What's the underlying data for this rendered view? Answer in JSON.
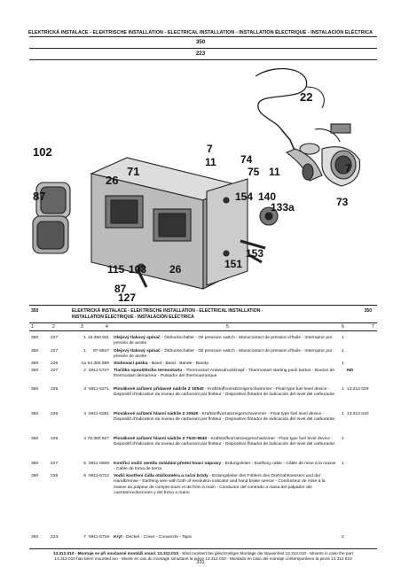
{
  "header": {
    "title": "ELEKTRICKÁ INSTALACE - ELEKTRISCHE INSTALLATION - ELECTRICAL INSTALLATION - INSTALLATION ÉLECTRIQUE - INSTALACIÓN ELÉCTRICA",
    "group": "350",
    "subgroup": "223"
  },
  "diagram": {
    "callouts": [
      "22",
      "7",
      "11",
      "74",
      "75",
      "11",
      "7",
      "102",
      "71",
      "26",
      "87",
      "154",
      "140",
      "133a",
      "73",
      "153",
      "151",
      "115",
      "103",
      "26",
      "87",
      "127"
    ]
  },
  "section": {
    "number_left": "350",
    "title_line1": "ELEKTRICKÁ INSTALACE - ELEKTRISCHE INSTALLATION - ELECTRICAL INSTALLATION -",
    "title_line2": "INSTALLATION ÉLECTRIQUE - INSTALACIÓN ELÉCTRICA",
    "number_right": "350"
  },
  "columns": [
    "1",
    "2",
    "3",
    "4",
    "5",
    "6",
    "7"
  ],
  "rows": [
    {
      "c1": "350",
      "c2": "227",
      "c3": "1",
      "c4": "16.350.911",
      "bold": "Olejový tlakový spínač",
      "text": " - Öldruckschalter - Oil pressure switch - Manocontact de pression d'huile - Interruptor por presión de aceite",
      "qty": "1",
      "note": ""
    },
    {
      "c1": "350",
      "c2": "227",
      "c3": "1",
      "c4": "97-9647",
      "bold": "Olejový tlakový spínač",
      "text": " - Öldruckschalter - Oil pressure switch - Manocontact de pression d'huile - Interruptor por presión de aceite",
      "qty": "1",
      "note": ""
    },
    {
      "c1": "350",
      "c2": "225",
      "c3": "1a",
      "c4": "53.350.969",
      "bold": "Stahovací páska",
      "text": " - Band - Band - Bande - Banda",
      "qty": "1",
      "note": ""
    },
    {
      "c1": "350",
      "c2": "227",
      "c3": "2",
      "c4": "5911-5727",
      "bold": "Tlačítko spouštěcího termostartu",
      "text": " - Thermostart Anlassdruckknopf - Thermostart starting push button - Bouton de thermostart démarreur - Pulsador del thermoarranque",
      "qty": "",
      "note": "ND"
    },
    {
      "c1": "350",
      "c2": "226",
      "c3": "3",
      "c4": "5911-5271",
      "bold": "Plovákové zařízení přídavné nádrže Z 10540",
      "text": " - Kraftstoffvorratszeigerschwimmer - Float type fuel level device - Dispositif d'indication du niveau de carburant par flotteur - Dispositivo flotador de indicación del nivel del carburante",
      "qty": "1",
      "note": "13.312.020"
    },
    {
      "c1": "350",
      "c2": "226",
      "c3": "4",
      "c4": "5911-5281",
      "bold": "Plovákové zařízení hlavní nádrže Z 10540",
      "text": " - Kraftstoffvorratszeigerschwimmer - Float type fuel level device - Dispositif d'indication du niveau de carburant par flotteur - Dispositivo flotador de indicación del nivel del carburante",
      "qty": "1",
      "note": "13.312.010"
    },
    {
      "c1": "350",
      "c2": "226",
      "c3": "4",
      "c4": "78.350.927",
      "bold": "Plovákové zařízení hlavní nádrže Z 7520-9540",
      "text": " - Kraftstoffvorratszeigerschwimmer - Float type fuel level device - Dispositif d'indication du niveau de carburant par flotteur - Dispositivo flotador de indicación del nivel del carburante",
      "qty": "1",
      "note": ""
    },
    {
      "c1": "350",
      "c2": "227",
      "c3": "5",
      "c4": "5911-5609",
      "bold": "Kostřicí vodič ventilu ovládání přední hnací nápravy",
      "text": " - Erdungsleiter - Earthing cable - Câble de mise à la masse - Cable de toma de tierra",
      "qty": "1",
      "note": ""
    },
    {
      "c1": "350",
      "c2": "226",
      "c3": "6",
      "c4": "5911-5712",
      "bold": "Vodič kostření čidla otáčkoměru a ruční brzdy",
      "text": " - Erdungsleiter des Fühlers des Drehzahlmessers und der Handbremse - Earthing wire with both of revolution indicator and hand brake sensor - Conducteur de mise à la masse du palpeur de compte-tours et de frein à main - Conductor del contrado a masa del palpador del cuentarrevoluciones y del freno a mano",
      "qty": "",
      "note": ""
    },
    {
      "c1": "350",
      "c2": "223",
      "c3": "7",
      "c4": "5911-5719",
      "bold": "Kryt",
      "text": " - Deckel - Cover - Couvercle - Tapa",
      "qty": "2",
      "note": ""
    }
  ],
  "footer": {
    "line1_bold": "13.312.010 - Montuje se při současné montáži sousl. 13.312.010",
    "line1_rest": " - Wird montiert bei gleichzeitiger Montage der Baueinheit 13.312.010 - Mounts in case the part",
    "line2": "13.312.010 has been mounted too - Monté en cas du montage simultané la pièce 13.312.010 - Montado en caso del montaje contemporáneo la pieza 13.312.010"
  },
  "page_number": "331"
}
